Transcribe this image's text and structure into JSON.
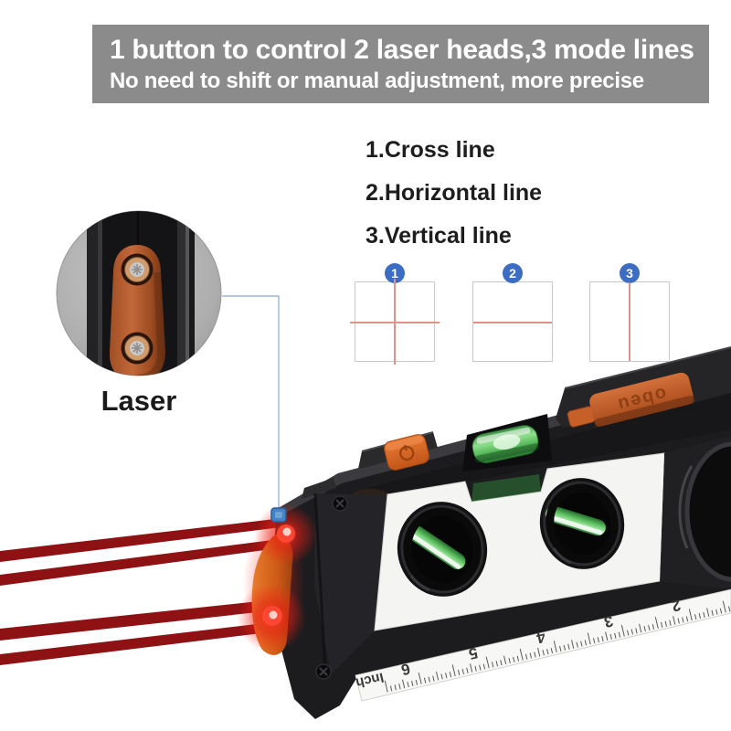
{
  "banner": {
    "line1": "1 button to control 2 laser heads,3 mode lines",
    "line2": "No need to shift or manual adjustment, more precise"
  },
  "inset": {
    "label": "Laser"
  },
  "modes": {
    "items": [
      {
        "label": "1.Cross line"
      },
      {
        "label": "2.Horizontal line"
      },
      {
        "label": "3.Vertical line"
      }
    ],
    "diagrams": [
      {
        "number": "1",
        "type": "cross"
      },
      {
        "number": "2",
        "type": "horizontal"
      },
      {
        "number": "3",
        "type": "vertical"
      }
    ]
  },
  "device": {
    "clip_text": "obeu",
    "ruler": {
      "unit": "Inch",
      "numbers": [
        "6",
        "5",
        "4",
        "3",
        "2"
      ]
    }
  },
  "colors": {
    "banner_bg": "#8b8b8b",
    "badge_blue": "#3d6cc3",
    "diagram_line_red": "#dd938c",
    "laser_red": "#8e1113",
    "device_black": "#1c1c1f",
    "accent_orange": "#cf6128",
    "vial_green": "#55b858"
  }
}
